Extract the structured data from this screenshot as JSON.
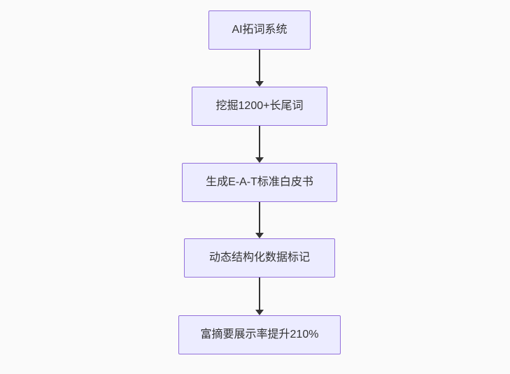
{
  "diagram": {
    "type": "flowchart",
    "direction": "top-down",
    "nodes": [
      {
        "id": "n1",
        "label": "AI拓词系统"
      },
      {
        "id": "n2",
        "label": "挖掘1200+长尾词"
      },
      {
        "id": "n3",
        "label": "生成E-A-T标准白皮书"
      },
      {
        "id": "n4",
        "label": "动态结构化数据标记"
      },
      {
        "id": "n5",
        "label": "富摘要展示率提升210%"
      }
    ],
    "edges": [
      {
        "from": "n1",
        "to": "n2"
      },
      {
        "from": "n2",
        "to": "n3"
      },
      {
        "from": "n3",
        "to": "n4"
      },
      {
        "from": "n4",
        "to": "n5"
      }
    ],
    "colors": {
      "background": "#fafafa",
      "node_fill": "#ECECFF",
      "node_border": "#9370DB",
      "text": "#333333",
      "arrow": "#333333"
    }
  }
}
